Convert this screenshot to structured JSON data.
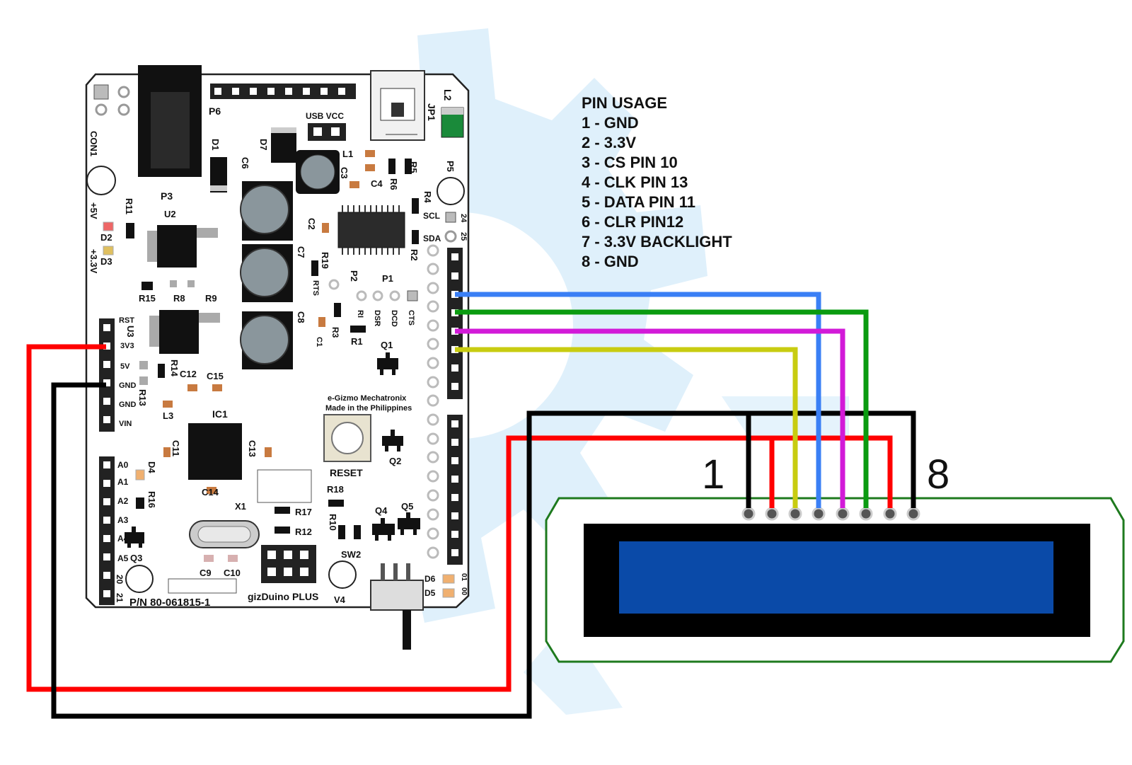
{
  "pin_usage": {
    "title": "PIN USAGE",
    "items": [
      "1 - GND",
      "2 - 3.3V",
      "3 - CS PIN 10",
      "4 - CLK PIN 13",
      "5 - DATA PIN 11",
      "6 - CLR PIN12",
      "7 - 3.3V BACKLIGHT",
      "8 - GND"
    ]
  },
  "lcd": {
    "pin_first_label": "1",
    "pin_last_label": "8"
  },
  "board": {
    "name": "gizDuino PLUS",
    "part_number": "P/N 80-061815-1",
    "maker": "e-Gizmo Mechatronix",
    "made_in": "Made in the Philippines",
    "reset_label": "RESET",
    "usb_vcc": "USB VCC",
    "power_header": [
      "RST",
      "3V3",
      "5V",
      "GND",
      "GND",
      "VIN"
    ],
    "analog_header": [
      "A0",
      "A1",
      "A2",
      "A3",
      "A4",
      "A5",
      "20",
      "21"
    ],
    "serial_pins": [
      "RI",
      "DSR",
      "DCD",
      "CTS"
    ],
    "i2c": [
      "SCL",
      "SDA"
    ],
    "designators": {
      "con1": "CON1",
      "p3": "P3",
      "p6": "P6",
      "d1": "D1",
      "d7": "D7",
      "l1": "L1",
      "l2": "L2",
      "jp1": "JP1",
      "p5": "P5",
      "c6": "C6",
      "c3": "C3",
      "c4": "C4",
      "r6": "R6",
      "r5": "R5",
      "r4": "R4",
      "c2": "C2",
      "r2": "R2",
      "u2": "U2",
      "r11": "R11",
      "d2": "D2",
      "d3": "D3",
      "p5v": "+5V",
      "p33v": "+3.3V",
      "c7": "C7",
      "r19": "R19",
      "rts": "RTS",
      "p2": "P2",
      "p1": "P1",
      "c8": "C8",
      "r3": "R3",
      "c1": "C1",
      "r1": "R1",
      "q1": "Q1",
      "r15": "R15",
      "r8": "R8",
      "r9": "R9",
      "u3": "U3",
      "r14": "R14",
      "c12": "C12",
      "c15": "C15",
      "r13": "R13",
      "l3": "L3",
      "ic1": "IC1",
      "c11": "C11",
      "c13": "C13",
      "d4": "D4",
      "r16": "R16",
      "q3": "Q3",
      "c14": "C14",
      "x1": "X1",
      "r17": "R17",
      "r12": "R12",
      "r18": "R18",
      "r10": "R10",
      "q4": "Q4",
      "q5": "Q5",
      "q2": "Q2",
      "sw2": "SW2",
      "v4": "V4",
      "c9": "C9",
      "c10": "C10",
      "d6": "D6",
      "d5": "D5",
      "h24": "24",
      "h25": "25",
      "h01": "01",
      "h00": "00"
    }
  },
  "colors": {
    "wire_red": "#ff0000",
    "wire_black": "#000000",
    "wire_blue": "#3a7ff5",
    "wire_green": "#0a9b10",
    "wire_magenta": "#d21ad8",
    "wire_yellow": "#c8cc10",
    "lcd_outline": "#1e7a1e",
    "lcd_screen": "#0a4aa8",
    "watermark": "#dff0fb"
  }
}
